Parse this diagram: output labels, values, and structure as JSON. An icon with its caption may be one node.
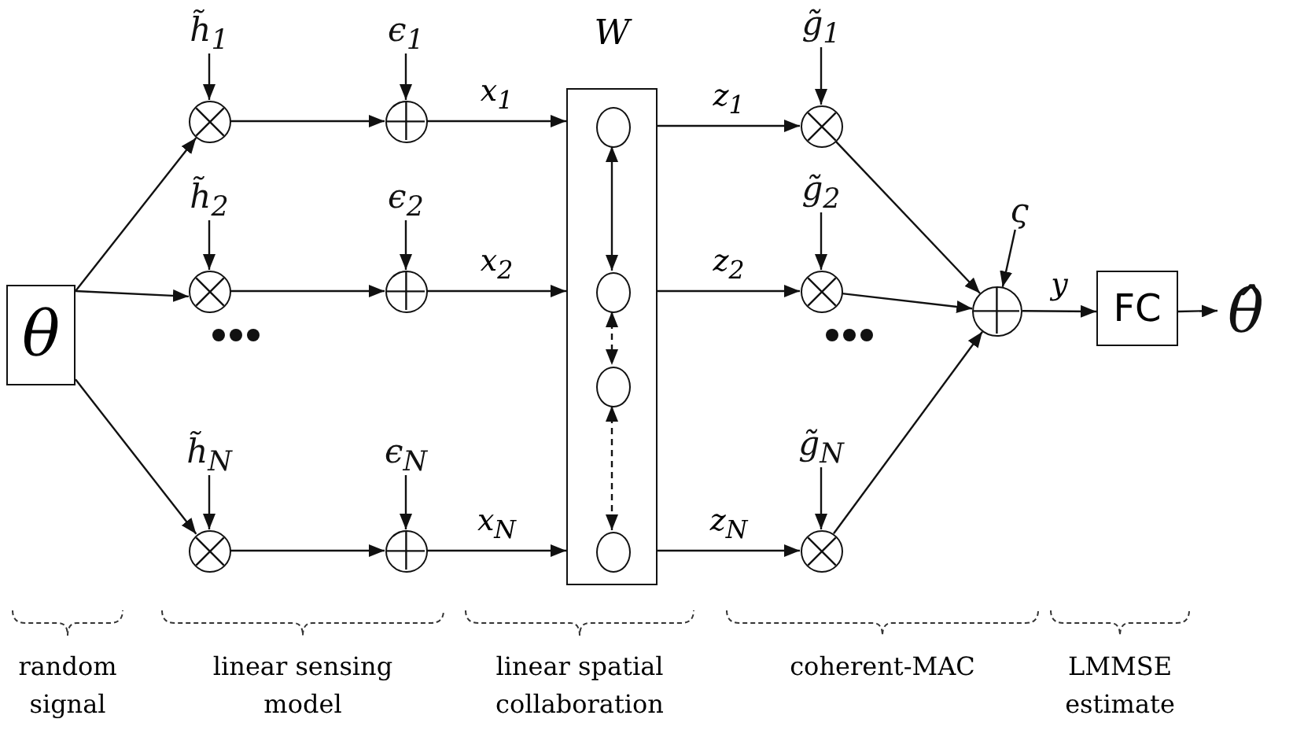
{
  "diagram": {
    "nodes": [
      {
        "text": [
          "θ"
        ]
      },
      {
        "text": [
          "h̃$_{1}$"
        ]
      },
      {
        "text": [],
        "shape": "circle"
      },
      {
        "text": [
          "ϵ$_{1}$"
        ]
      },
      {
        "text": [],
        "shape": "circle"
      },
      {
        "text": [
          "h̃$_{2}$"
        ]
      },
      {
        "text": [],
        "shape": "circle"
      },
      {
        "text": [
          "ϵ$_{2}$"
        ]
      },
      {
        "text": [],
        "shape": "circle"
      },
      {
        "text": [
          "h̃$_{N}$"
        ]
      },
      {
        "text": [],
        "shape": "circle"
      },
      {
        "text": [
          "ϵ$_{N}$"
        ]
      },
      {
        "text": [],
        "shape": "circle"
      },
      {
        "text": [
          "W"
        ]
      },
      {
        "text": [],
        "shape": "circle",
        "in": 13
      },
      {
        "text": [],
        "shape": "circle",
        "in": 13
      },
      {
        "text": [],
        "shape": "circle",
        "in": 13
      },
      {
        "text": [],
        "shape": "circle",
        "in": 13
      },
      {
        "text": [
          "g̃$_{1}$"
        ]
      },
      {
        "text": [],
        "shape": "circle"
      },
      {
        "text": [
          "g̃$_{2}$"
        ]
      },
      {
        "text": [],
        "shape": "circle"
      },
      {
        "text": [
          "g̃$_{N}$"
        ]
      },
      {
        "text": [],
        "shape": "circle"
      },
      {
        "text": [
          "ς"
        ]
      },
      {
        "text": [],
        "shape": "circle"
      },
      {
        "text": [
          "FC"
        ]
      },
      {
        "text": [
          "θ̂"
        ]
      }
    ],
    "edges": [
      {
        "from": 0,
        "to": 2,
        "arrow": "to"
      },
      {
        "from": 0,
        "to": 6,
        "arrow": "to"
      },
      {
        "from": 0,
        "to": 10,
        "arrow": "to"
      },
      {
        "from": 1,
        "to": 2,
        "arrow": "to"
      },
      {
        "from": 2,
        "to": 4,
        "arrow": "to"
      },
      {
        "from": 3,
        "to": 4,
        "arrow": "to"
      },
      {
        "from": 4,
        "to": 13,
        "arrow": "to",
        "label": "x$_{1}$"
      },
      {
        "from": 5,
        "to": 6,
        "arrow": "to"
      },
      {
        "from": 6,
        "to": 8,
        "arrow": "to"
      },
      {
        "from": 7,
        "to": 8,
        "arrow": "to"
      },
      {
        "from": 8,
        "to": 13,
        "arrow": "to",
        "label": "x$_{2}$"
      },
      {
        "from": 9,
        "to": 10,
        "arrow": "to"
      },
      {
        "from": 10,
        "to": 12,
        "arrow": "to"
      },
      {
        "from": 11,
        "to": 12,
        "arrow": "to"
      },
      {
        "from": 12,
        "to": 13,
        "arrow": "to",
        "label": "x$_{N}$"
      },
      {
        "from": 14,
        "to": 15,
        "arrow": "both"
      },
      {
        "from": 15,
        "to": 16,
        "arrow": "both",
        "style": "dashed"
      },
      {
        "from": 16,
        "to": 17,
        "arrow": "both",
        "style": "dashed"
      },
      {
        "from": 13,
        "to": 19,
        "arrow": "to",
        "label": "z$_{1}$"
      },
      {
        "from": 18,
        "to": 19,
        "arrow": "to"
      },
      {
        "from": 13,
        "to": 21,
        "arrow": "to",
        "label": "z$_{2}$"
      },
      {
        "from": 20,
        "to": 21,
        "arrow": "to"
      },
      {
        "from": 13,
        "to": 23,
        "arrow": "to",
        "label": "z$_{N}$"
      },
      {
        "from": 22,
        "to": 23,
        "arrow": "to"
      },
      {
        "from": 19,
        "to": 25,
        "arrow": "to"
      },
      {
        "from": 21,
        "to": 25,
        "arrow": "to"
      },
      {
        "from": 23,
        "to": 25,
        "arrow": "to"
      },
      {
        "from": 24,
        "to": 25,
        "arrow": "to"
      },
      {
        "from": 25,
        "to": 26,
        "arrow": "to",
        "label": "y"
      },
      {
        "from": 26,
        "to": 27,
        "arrow": "to"
      }
    ],
    "labels": [
      "random signal",
      "linear sensing model",
      "linear spatial collaboration",
      "coherent-MAC",
      "LMMSE estimate"
    ]
  }
}
